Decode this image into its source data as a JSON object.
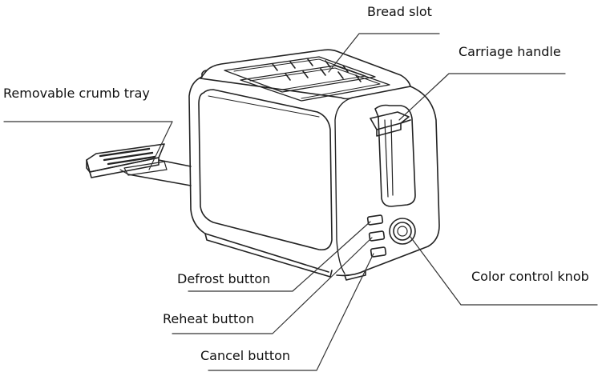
{
  "labels": {
    "bread_slot": "Bread slot",
    "carriage_handle": "Carriage handle",
    "crumb_tray": "Removable crumb tray",
    "defrost_button": "Defrost button",
    "reheat_button": "Reheat button",
    "cancel_button": "Cancel button",
    "color_knob": "Color control knob"
  },
  "colors": {
    "line": "#222222",
    "leader": "#333333",
    "background": "#ffffff"
  }
}
